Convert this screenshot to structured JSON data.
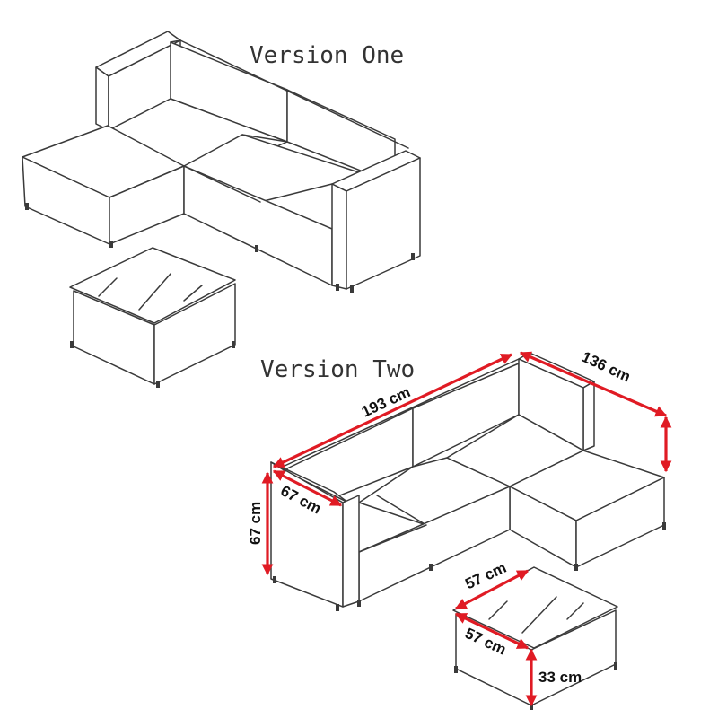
{
  "version_one": {
    "title": "Version One"
  },
  "version_two": {
    "title": "Version Two",
    "dimensions": {
      "length": "193 cm",
      "chaise_depth": "136 cm",
      "seat_depth": "67 cm",
      "height": "67 cm",
      "table_width": "57 cm",
      "table_depth": "57 cm",
      "table_height": "33 cm"
    }
  },
  "colors": {
    "line": "#3a3a3a",
    "dimension_arrow": "#e01b24"
  }
}
